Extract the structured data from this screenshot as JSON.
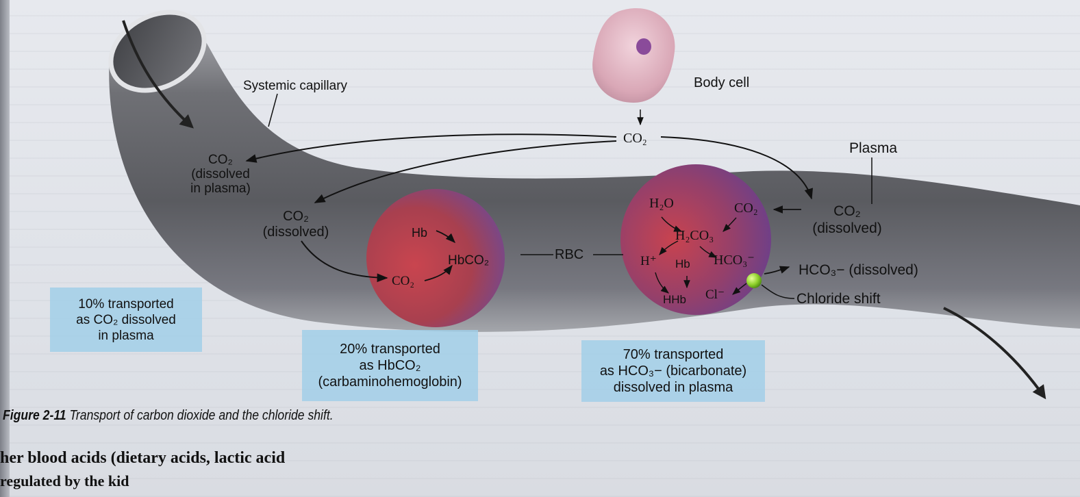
{
  "labels": {
    "systemic_capillary": "Systemic capillary",
    "body_cell": "Body cell",
    "plasma": "Plasma",
    "rbc": "RBC",
    "co2_top": "CO₂",
    "co2_plasma_1": "CO₂",
    "co2_plasma_2": "(dissolved",
    "co2_plasma_3": "in plasma)",
    "co2_dissolved_left_1": "CO₂",
    "co2_dissolved_left_2": "(dissolved)",
    "hb_left": "Hb",
    "hbco2": "HbCO₂",
    "co2_in_rbc": "CO₂",
    "h2o": "H₂O",
    "co2_right_cell": "CO₂",
    "h2co3": "H₂CO₃",
    "h_plus": "H⁺",
    "hb_right": "Hb",
    "hco3_in_cell": "HCO₃⁻",
    "hhb": "HHb",
    "cl_minus": "Cl⁻",
    "co2_dissolved_right_1": "CO₂",
    "co2_dissolved_right_2": "(dissolved)",
    "hco3_dissolved": "HCO₃− (dissolved)",
    "chloride_shift": "Chloride shift"
  },
  "boxes": {
    "ten_pct": [
      "10% transported",
      "as CO₂ dissolved",
      "in plasma"
    ],
    "twenty_pct": [
      "20% transported",
      "as HbCO₂",
      "(carbaminohemoglobin)"
    ],
    "seventy_pct": [
      "70% transported",
      "as HCO₃− (bicarbonate)",
      "dissolved in plasma"
    ]
  },
  "caption": {
    "figure_number": "Figure 2-11",
    "text": "Transport of carbon dioxide and the chloride shift."
  },
  "body_text": {
    "line1": "her blood acids (dietary acids, lactic acid",
    "line2": "regulated by the kid"
  },
  "colors": {
    "capillary": "#6d6e72",
    "rbc_red": "#c9454f",
    "rbc_purple": "#7a4fa0",
    "box_blue": "#a0cee8",
    "body_cell": "#d9a7b6",
    "chloride_ball": "#8fd12c"
  }
}
